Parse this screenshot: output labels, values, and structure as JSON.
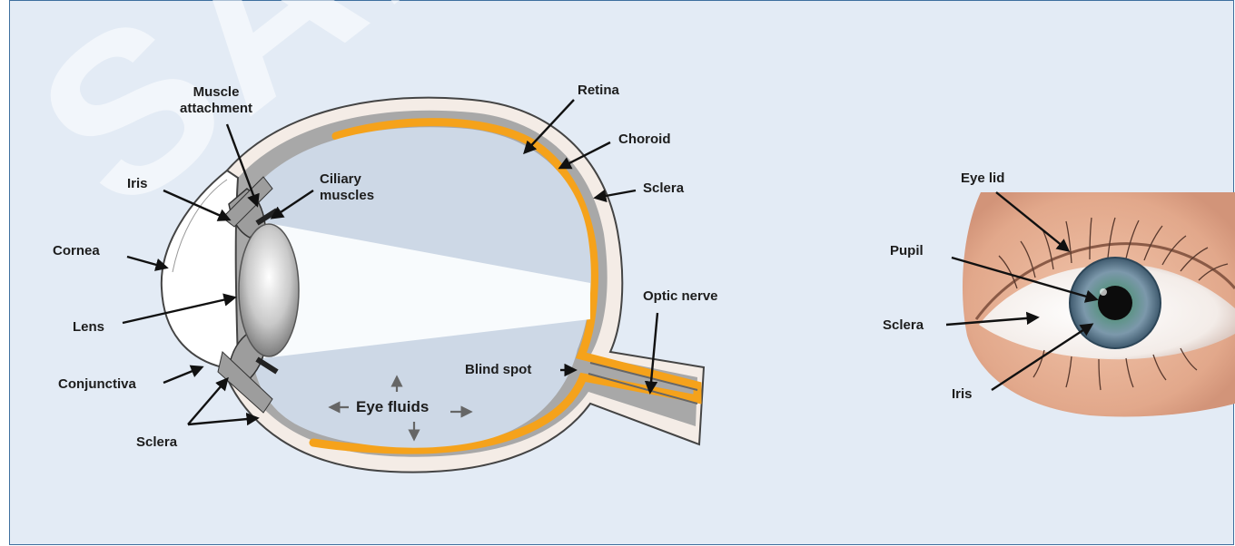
{
  "watermark": "SAMPLE",
  "left_labels": {
    "muscle_attachment_1": "Muscle",
    "muscle_attachment_2": "attachment",
    "iris": "Iris",
    "ciliary_1": "Ciliary",
    "ciliary_2": "muscles",
    "cornea": "Cornea",
    "lens": "Lens",
    "conjunctiva": "Conjunctiva",
    "sclera_bottom": "Sclera",
    "retina": "Retina",
    "choroid": "Choroid",
    "sclera_right": "Sclera",
    "optic_nerve": "Optic nerve",
    "blind_spot": "Blind spot",
    "eye_fluids": "Eye fluids"
  },
  "right_labels": {
    "eye_lid": "Eye lid",
    "pupil": "Pupil",
    "sclera": "Sclera",
    "iris": "Iris"
  },
  "colors": {
    "background": "#e3ebf5",
    "border": "#3e6f9e",
    "retina_orange": "#f5a21b",
    "choroid_gray": "#b0b0b0",
    "sclera_pink": "#f4ece6",
    "iris_blue": "#6e8ea3",
    "skin": "#e9b79a"
  }
}
